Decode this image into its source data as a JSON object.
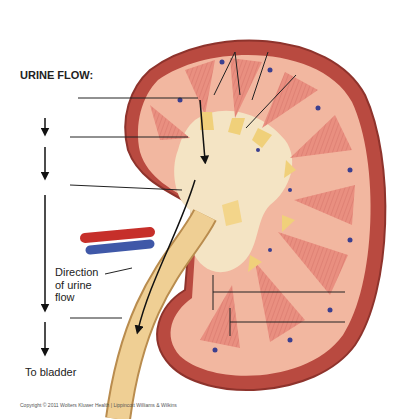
{
  "diagram": {
    "labels": [
      "URINE FLOW:",
      "Direction of urine flow",
      "To bladder",
      "Copyright © 2011 Wolters Kluwer Health | Lippincott Williams & Wilkins"
    ]
  }
}
